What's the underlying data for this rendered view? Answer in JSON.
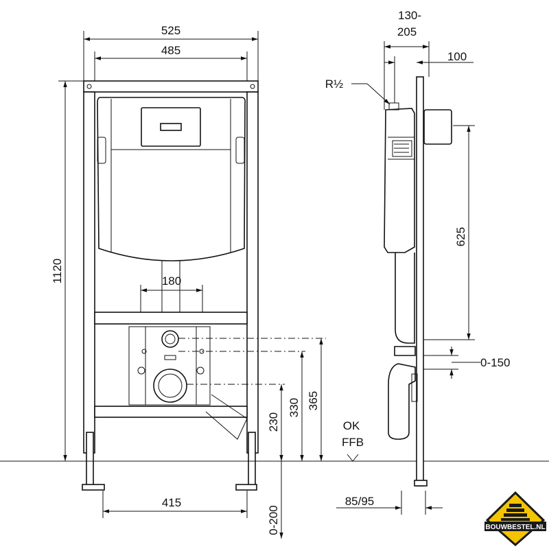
{
  "title": "Wall-hung WC installation frame dimension drawing",
  "front_view": {
    "width_outer": "525",
    "width_inner": "485",
    "height_total": "1120",
    "flush_pipe_spacing": "180",
    "feet_spacing": "415",
    "height_230": "230",
    "height_330": "330",
    "height_365": "365",
    "leg_adjust": "0-200"
  },
  "floor": {
    "ok": "OK",
    "ffb": "FFB"
  },
  "side_view": {
    "depth_top_a": "130-",
    "depth_top_b": "205",
    "depth_100": "100",
    "water_connection": "R½",
    "height_625": "625",
    "offset_0_150": "0-150",
    "depth_85_95": "85/95"
  },
  "logo": {
    "text": "BOUWBESTEL.NL",
    "colors": {
      "yellow": "#f5c400",
      "black": "#1a1a1a"
    }
  }
}
